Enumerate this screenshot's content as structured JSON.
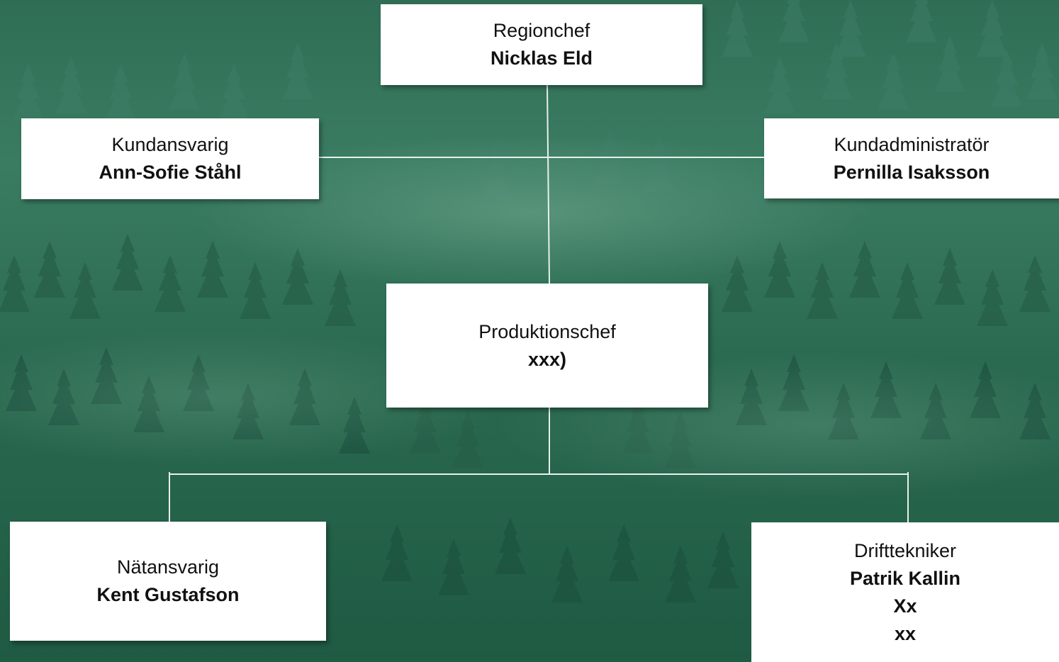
{
  "colors": {
    "background": "#2f6e55",
    "box": "#ffffff",
    "line": "#e8f0ec",
    "text": "#111111"
  },
  "org": {
    "regionchef": {
      "role": "Regionchef",
      "names": [
        "Nicklas Eld"
      ]
    },
    "kundansvarig": {
      "role": "Kundansvarig",
      "names": [
        "Ann-Sofie Ståhl"
      ]
    },
    "kundadministrator": {
      "role": "Kundadministratör",
      "names": [
        "Pernilla Isaksson"
      ]
    },
    "produktionschef": {
      "role": "Produktionschef",
      "names": [
        "xxx)"
      ]
    },
    "natansvarig": {
      "role": "Nätansvarig",
      "names": [
        "Kent Gustafson"
      ]
    },
    "drifttekniker": {
      "role": "Drifttekniker",
      "names": [
        "Patrik Kallin",
        "Xx",
        "xx"
      ]
    }
  }
}
